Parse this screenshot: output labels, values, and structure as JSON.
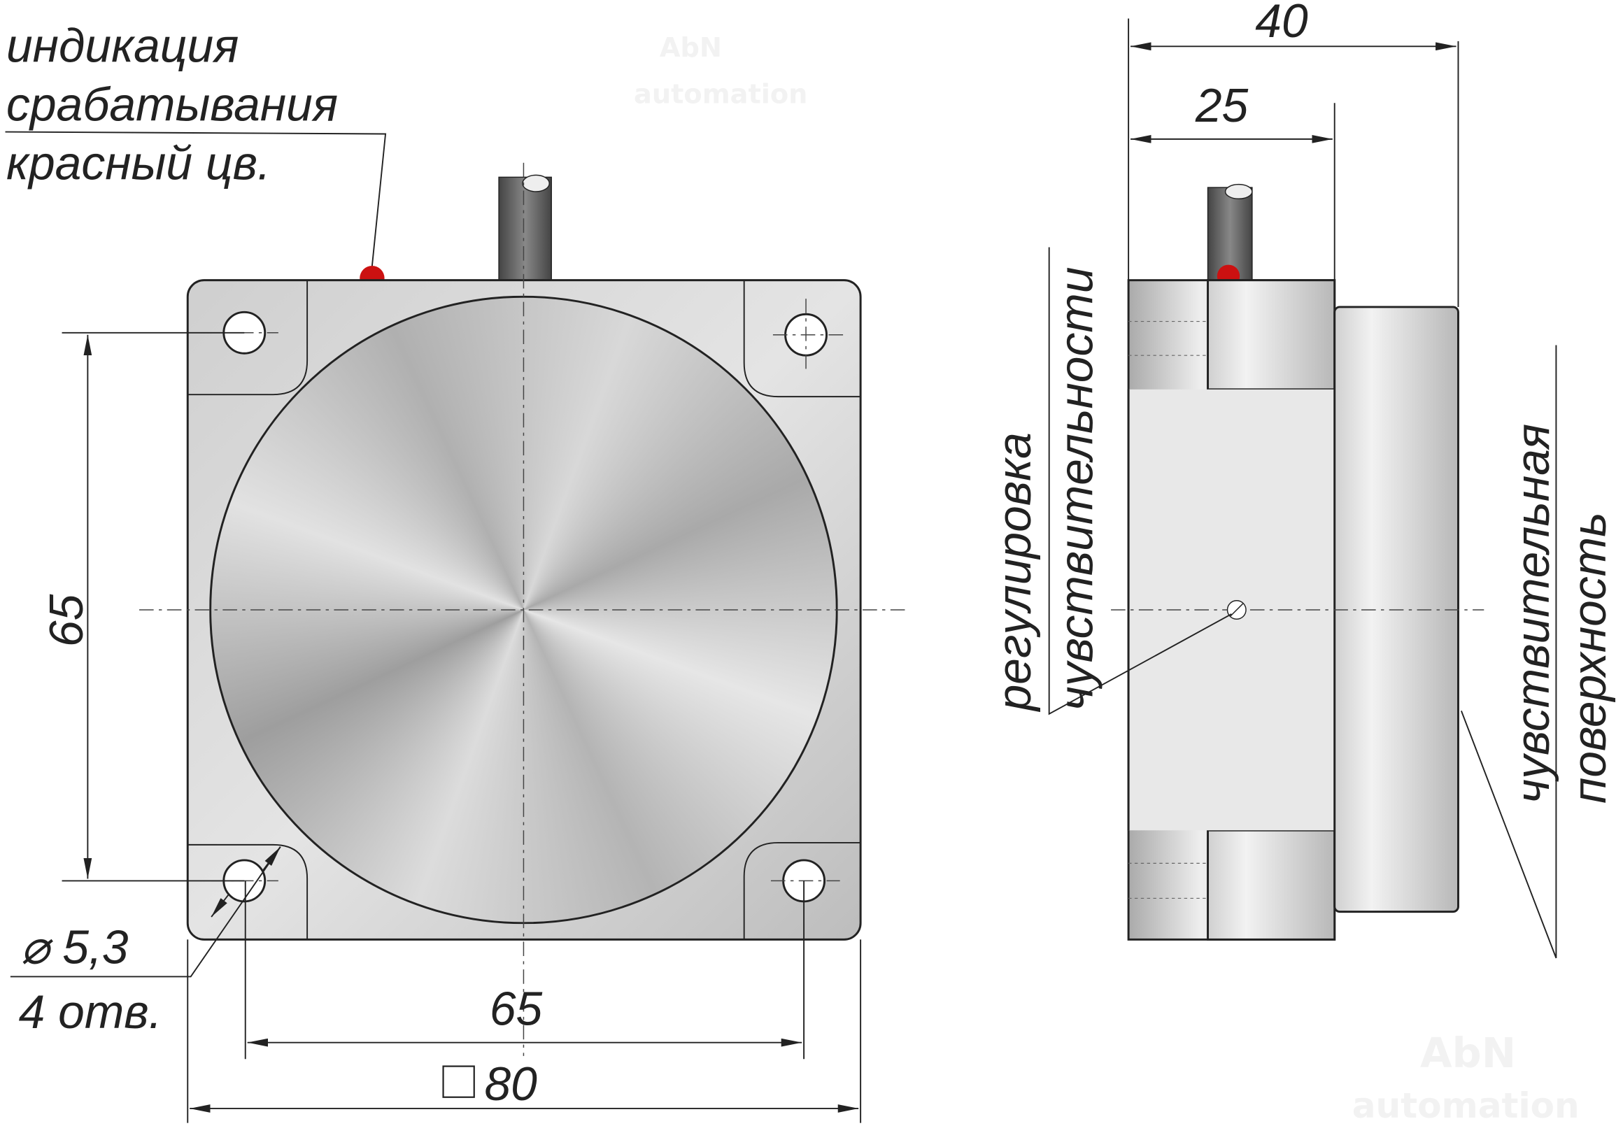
{
  "front_view": {
    "led_label": [
      "индикация",
      "срабатывания",
      "красный цв."
    ],
    "dim_vertical": "65",
    "dim_horizontal": "65",
    "dim_square": "80",
    "hole_diameter": "⌀ 5,3",
    "hole_count": "4 отв."
  },
  "side_view": {
    "dim_total": "40",
    "dim_body": "25",
    "adjust_label": [
      "регулировка",
      "чувствительности"
    ],
    "surface_label": [
      "чувствительная",
      "поверхность"
    ]
  },
  "watermark": [
    "AbN",
    "automation"
  ],
  "colors": {
    "led": "#cc1111",
    "metal": "#c8c8c8",
    "line": "#222222"
  }
}
